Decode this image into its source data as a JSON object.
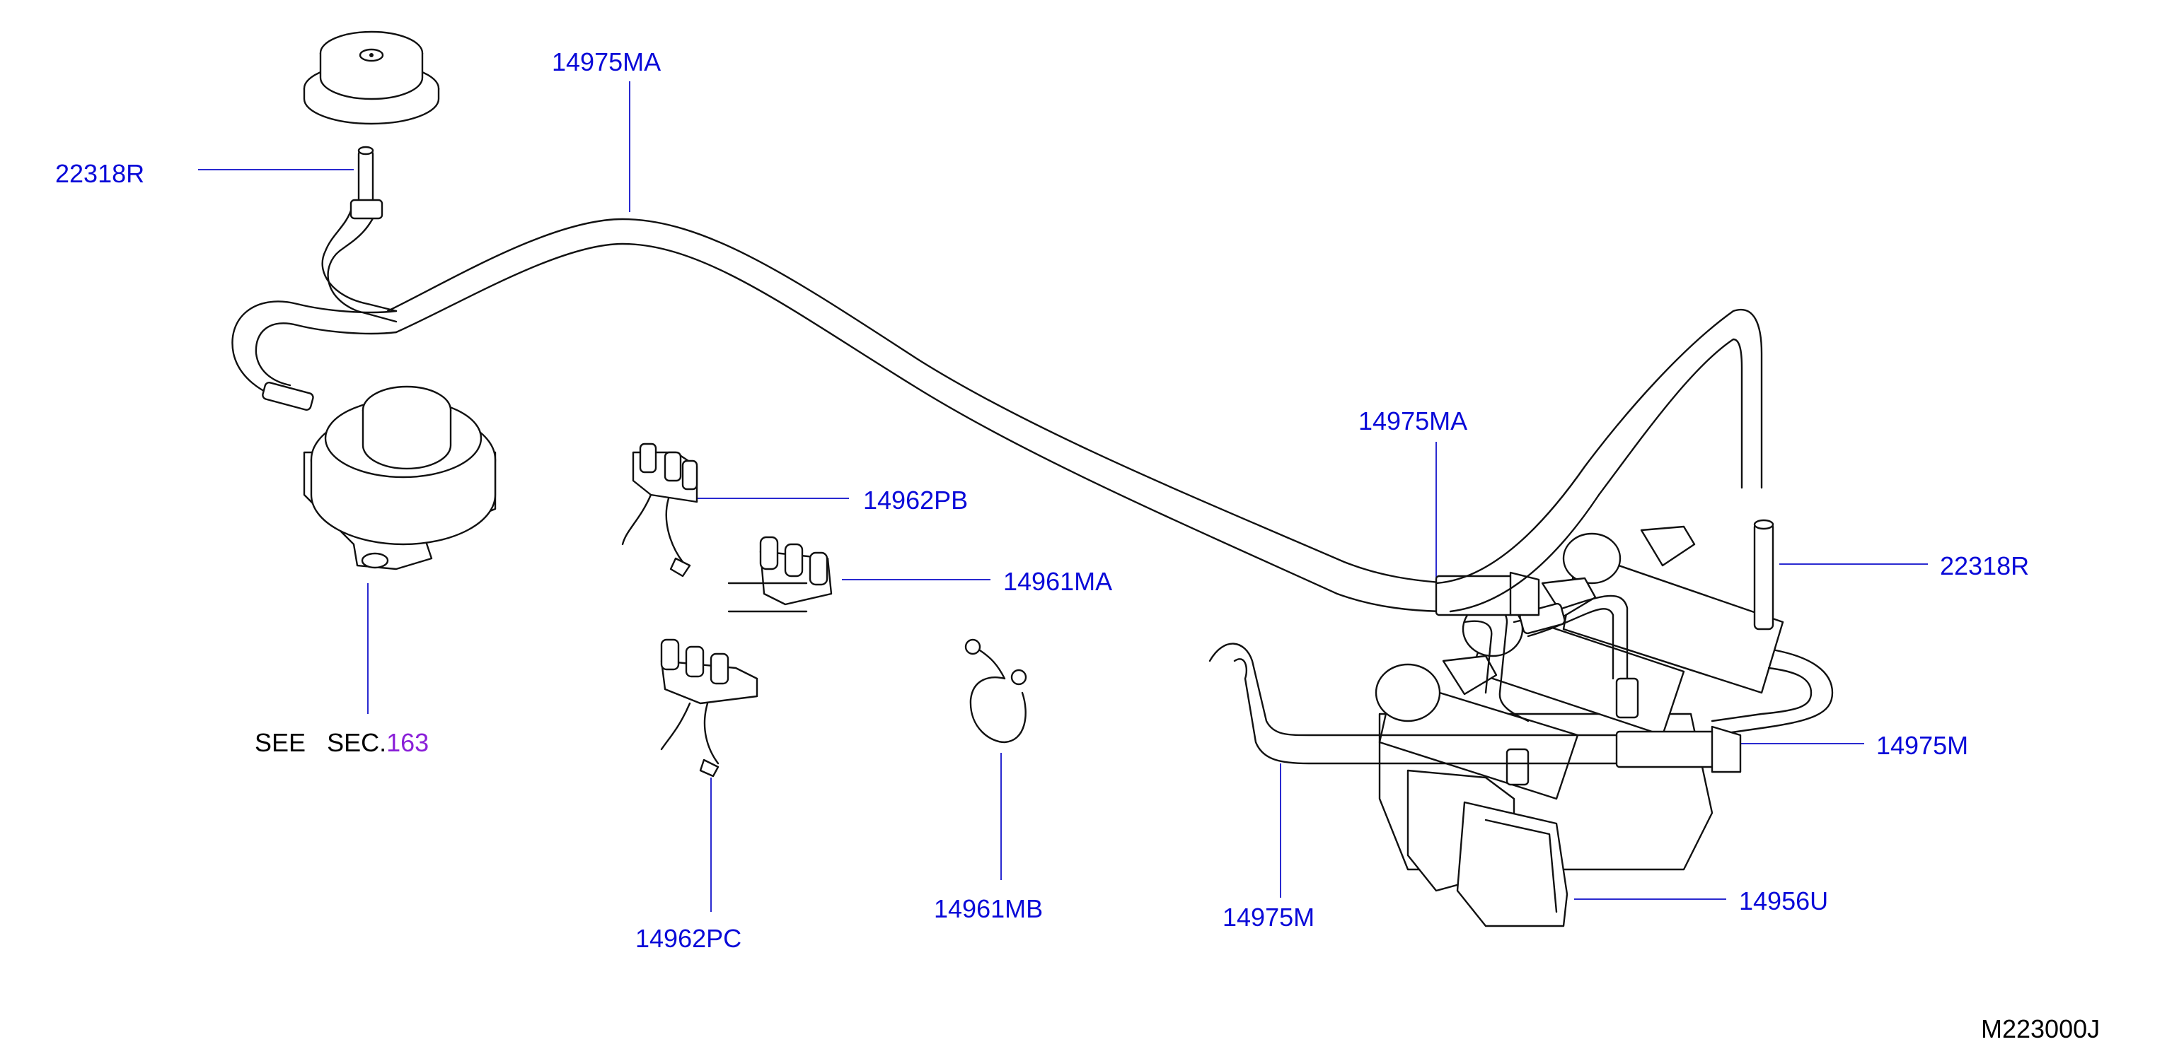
{
  "labels": {
    "p22318r_top": "22318R",
    "p14975ma_top": "14975MA",
    "p14962pb": "14962PB",
    "p14961ma": "14961MA",
    "p14975ma_right": "14975MA",
    "p22318r_right": "22318R",
    "p14975m_right": "14975M",
    "p14956u": "14956U",
    "p14975m_bottom": "14975M",
    "p14961mb": "14961MB",
    "p14962pc": "14962PC"
  },
  "see_sec": {
    "see": "SEE",
    "sec": "SEC.",
    "link": "163"
  },
  "drawing_code": "M223000J",
  "colors": {
    "callout": "#0a0ad8",
    "leader": "#2a2ad0",
    "section_link": "#8a1fd8",
    "line_art": "#111111"
  }
}
